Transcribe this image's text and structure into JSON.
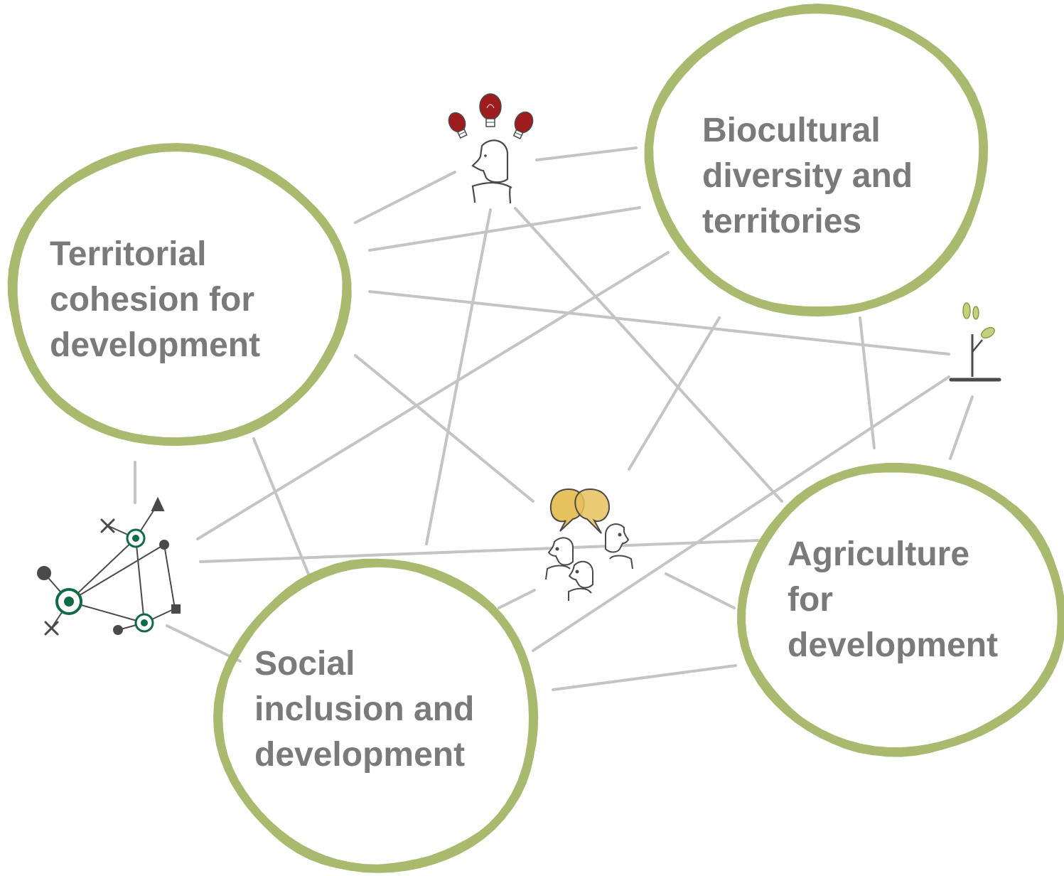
{
  "themes": {
    "territorial": {
      "lines": [
        "Territorial",
        "cohesion for",
        "development"
      ]
    },
    "biocultural": {
      "lines": [
        "Biocultural",
        "diversity and",
        "territories"
      ]
    },
    "social": {
      "lines": [
        "Social",
        "inclusion and",
        "development"
      ]
    },
    "agriculture": {
      "lines": [
        "Agriculture",
        "for",
        "development"
      ]
    }
  },
  "icons": {
    "ideas": "person-with-lightbulbs-icon",
    "plant": "seedling-icon",
    "network": "network-nodes-icon",
    "dialogue": "people-talking-icon"
  },
  "colors": {
    "circle_stroke": "#a9b96e",
    "connector": "#c4c4c4",
    "text": "#7a7a7a",
    "lightbulb": "#9e1b1e",
    "speech_bubble": "#e7c15d",
    "network_node": "#0e6b45",
    "sketch": "#4a4a4a"
  }
}
